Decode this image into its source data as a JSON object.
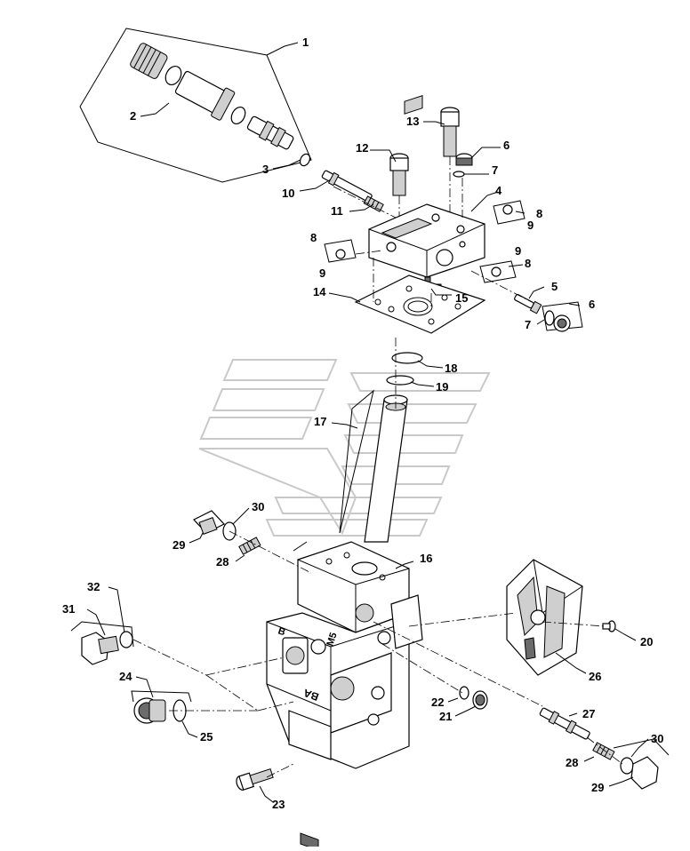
{
  "callouts": [
    {
      "id": "c1",
      "text": "1"
    },
    {
      "id": "c2",
      "text": "2"
    },
    {
      "id": "c3",
      "text": "3"
    },
    {
      "id": "c4",
      "text": "4"
    },
    {
      "id": "c5",
      "text": "5"
    },
    {
      "id": "c6a",
      "text": "6"
    },
    {
      "id": "c6b",
      "text": "6"
    },
    {
      "id": "c7a",
      "text": "7"
    },
    {
      "id": "c7b",
      "text": "7"
    },
    {
      "id": "c8a",
      "text": "8"
    },
    {
      "id": "c8b",
      "text": "8"
    },
    {
      "id": "c8c",
      "text": "8"
    },
    {
      "id": "c9a",
      "text": "9"
    },
    {
      "id": "c9b",
      "text": "9"
    },
    {
      "id": "c9c",
      "text": "9"
    },
    {
      "id": "c10",
      "text": "10"
    },
    {
      "id": "c11",
      "text": "11"
    },
    {
      "id": "c12",
      "text": "12"
    },
    {
      "id": "c13",
      "text": "13"
    },
    {
      "id": "c14",
      "text": "14"
    },
    {
      "id": "c15",
      "text": "15"
    },
    {
      "id": "c16",
      "text": "16"
    },
    {
      "id": "c17",
      "text": "17"
    },
    {
      "id": "c18",
      "text": "18"
    },
    {
      "id": "c19",
      "text": "19"
    },
    {
      "id": "c20",
      "text": "20"
    },
    {
      "id": "c21",
      "text": "21"
    },
    {
      "id": "c22",
      "text": "22"
    },
    {
      "id": "c23",
      "text": "23"
    },
    {
      "id": "c24",
      "text": "24"
    },
    {
      "id": "c25",
      "text": "25"
    },
    {
      "id": "c26",
      "text": "26"
    },
    {
      "id": "c27",
      "text": "27"
    },
    {
      "id": "c28a",
      "text": "28"
    },
    {
      "id": "c28b",
      "text": "28"
    },
    {
      "id": "c29a",
      "text": "29"
    },
    {
      "id": "c29b",
      "text": "29"
    },
    {
      "id": "c30a",
      "text": "30"
    },
    {
      "id": "c30b",
      "text": "30"
    },
    {
      "id": "c31",
      "text": "31"
    },
    {
      "id": "c32",
      "text": "32"
    }
  ],
  "body_markings": {
    "port_b_top": "B",
    "port_m5": "M5",
    "port_ba": "BA"
  }
}
